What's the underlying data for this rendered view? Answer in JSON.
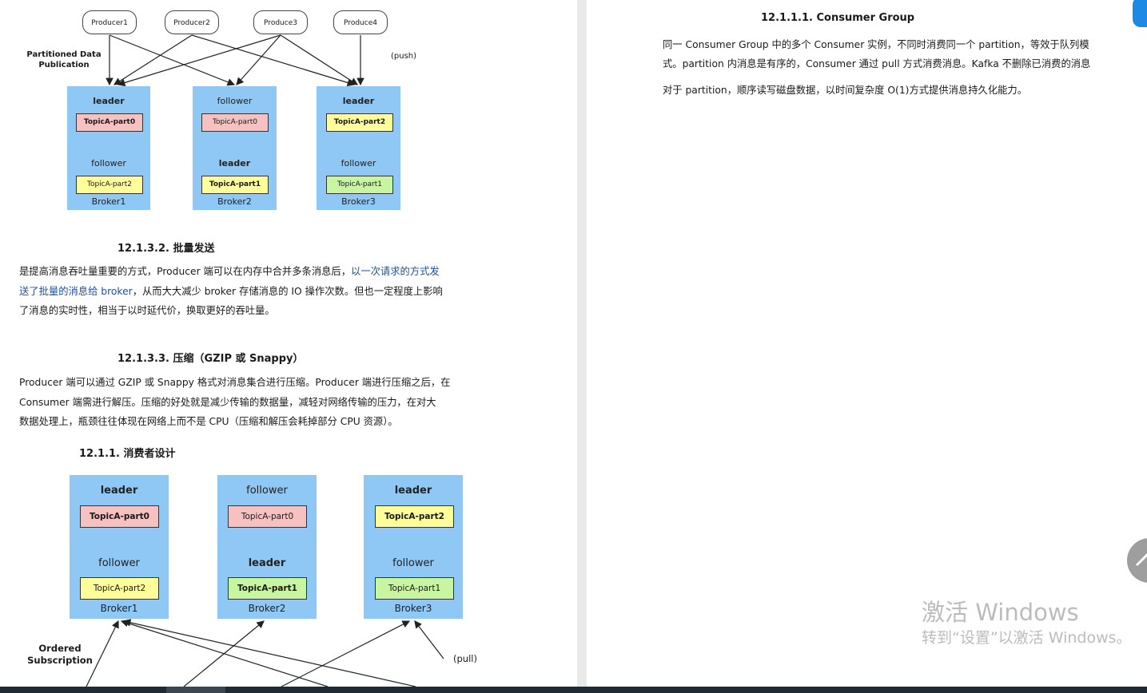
{
  "left_page": {
    "diagram1": {
      "producers": [
        "Producer1",
        "Producer2",
        "Produce3",
        "Produce4"
      ],
      "side_label": "Partitioned Data\nPublication",
      "mode_label": "(push)",
      "brokers": [
        {
          "name": "Broker1",
          "top_role": "leader",
          "top_partition": "TopicA-part0",
          "bottom_role": "follower",
          "bottom_partition": "TopicA-part2"
        },
        {
          "name": "Broker2",
          "top_role": "follower",
          "top_partition": "TopicA-part0",
          "bottom_role": "leader",
          "bottom_partition": "TopicA-part1"
        },
        {
          "name": "Broker3",
          "top_role": "leader",
          "top_partition": "TopicA-part2",
          "bottom_role": "follower",
          "bottom_partition": "TopicA-part1"
        }
      ]
    },
    "section_batch": {
      "heading": "12.1.3.2.  批量发送",
      "lines": [
        {
          "before": "是提高消息吞吐量重要的方式，Producer 端可以在内存中合并多条消息后，",
          "link": "以一次请求的方式发"
        },
        {
          "link": "送了批量的消息给 broker",
          "after": "，从而大大减少 broker 存储消息的 IO 操作次数。但也一定程度上影响"
        },
        {
          "before": "了消息的实时性，相当于以时延代价，换取更好的吞吐量。"
        }
      ]
    },
    "section_compress": {
      "heading": "12.1.3.3.  压缩（GZIP 或 Snappy）",
      "lines": [
        "Producer 端可以通过 GZIP 或 Snappy 格式对消息集合进行压缩。Producer 端进行压缩之后，在",
        "Consumer  端需进行解压。压缩的好处就是减少传输的数据量，减轻对网络传输的压力，在对大",
        "数据处理上，瓶颈往往体现在网络上而不是 CPU（压缩和解压会耗掉部分 CPU 资源）。"
      ]
    },
    "section_consumer": {
      "heading": "12.1.1.    消费者设计"
    },
    "diagram2": {
      "brokers": [
        {
          "name": "Broker1",
          "top_role": "leader",
          "top_partition": "TopicA-part0",
          "bottom_role": "follower",
          "bottom_partition": "TopicA-part2"
        },
        {
          "name": "Broker2",
          "top_role": "follower",
          "top_partition": "TopicA-part0",
          "bottom_role": "leader",
          "bottom_partition": "TopicA-part1"
        },
        {
          "name": "Broker3",
          "top_role": "leader",
          "top_partition": "TopicA-part2",
          "bottom_role": "follower",
          "bottom_partition": "TopicA-part1"
        }
      ],
      "side_label": "Ordered\nSubscription",
      "mode_label": "(pull)"
    }
  },
  "right_page": {
    "heading": "12.1.1.1.  Consumer Group",
    "lines": [
      "同一 Consumer Group 中的多个 Consumer 实例，不同时消费同一个 partition，等效于队列模",
      "式。partition 内消息是有序的，Consumer 通过 pull 方式消费消息。Kafka 不删除已消费的消息",
      "对于 partition，顺序读写磁盘数据，以时间复杂度 O(1)方式提供消息持久化能力。"
    ]
  },
  "watermark": {
    "title": "激活 Windows",
    "subtitle": "转到“设置”以激活 Windows。"
  },
  "colors": {
    "broker_bg": "#8fc7f5",
    "partition_red": "#f7c1c1",
    "partition_yellow": "#fdfd9a",
    "partition_green": "#c8f5a0",
    "link": "#1f4e9c"
  }
}
